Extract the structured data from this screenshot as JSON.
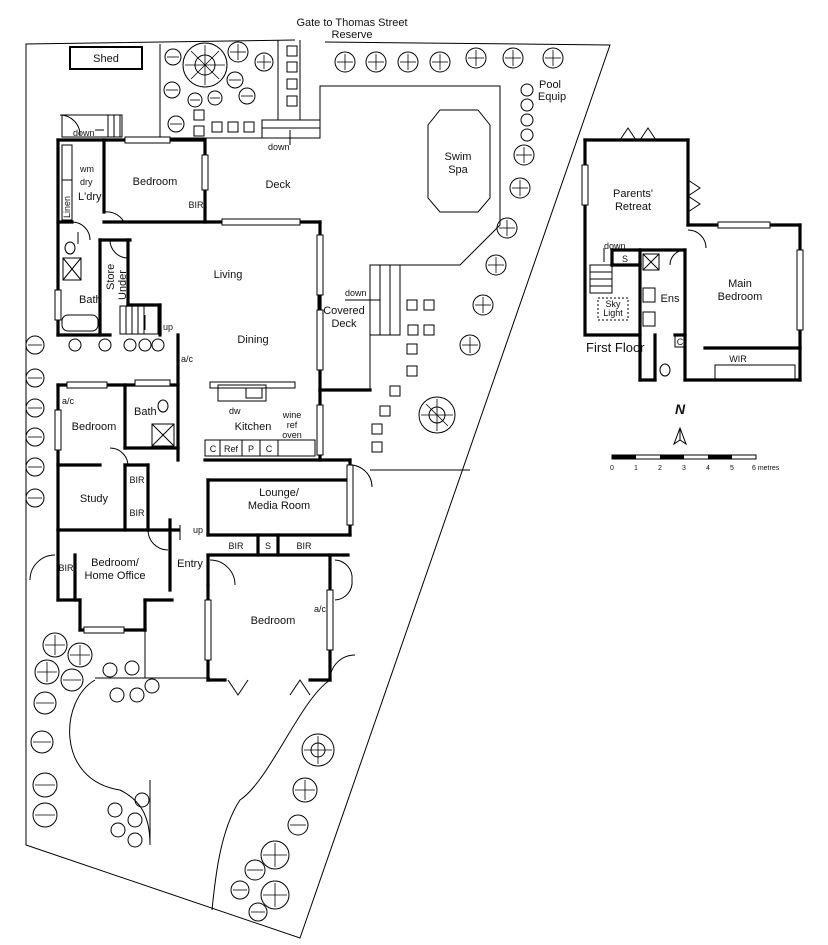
{
  "labels": {
    "shed": "Shed",
    "gate": "Gate to Thomas Street",
    "reserve": "Reserve",
    "pool1": "Pool",
    "pool2": "Equip",
    "swim1": "Swim",
    "swim2": "Spa",
    "down1": "down",
    "down2": "down",
    "down3": "down",
    "down4": "down",
    "deck": "Deck",
    "bedroom_nw": "Bedroom",
    "bir1": "BIR",
    "wm": "wm",
    "dry": "dry",
    "ldry": "L'dry",
    "linen": "Linen",
    "store": "Store",
    "under": "Under",
    "bath1": "Bath",
    "living": "Living",
    "dining": "Dining",
    "up1": "up",
    "up2": "up",
    "ac1": "a/c",
    "ac2": "a/c",
    "ac3": "a/c",
    "covered1": "Covered",
    "covered2": "Deck",
    "bedroom_w": "Bedroom",
    "bath2": "Bath",
    "dw": "dw",
    "kitchen": "Kitchen",
    "wine": "wine",
    "ref1": "ref",
    "oven": "oven",
    "c1": "C",
    "ref2": "Ref",
    "p": "P",
    "c2": "C",
    "study": "Study",
    "bir2": "BIR",
    "bir3": "BIR",
    "lounge1": "Lounge/",
    "lounge2": "Media Room",
    "bir4": "BIR",
    "s1": "S",
    "bir5": "BIR",
    "bir6": "BIR",
    "office1": "Bedroom/",
    "office2": "Home Office",
    "entry": "Entry",
    "bedroom_s": "Bedroom",
    "retreat1": "Parents'",
    "retreat2": "Retreat",
    "s2": "S",
    "sky1": "Sky",
    "sky2": "Light",
    "ens": "Ens",
    "main1": "Main",
    "main2": "Bedroom",
    "c3": "C",
    "wir": "WIR",
    "first_floor": "First Floor",
    "north": "N",
    "metres": "6 metres",
    "s0": "0",
    "s_1": "1",
    "s_2": "2",
    "s_3": "3",
    "s_4": "4",
    "s_5": "5"
  }
}
